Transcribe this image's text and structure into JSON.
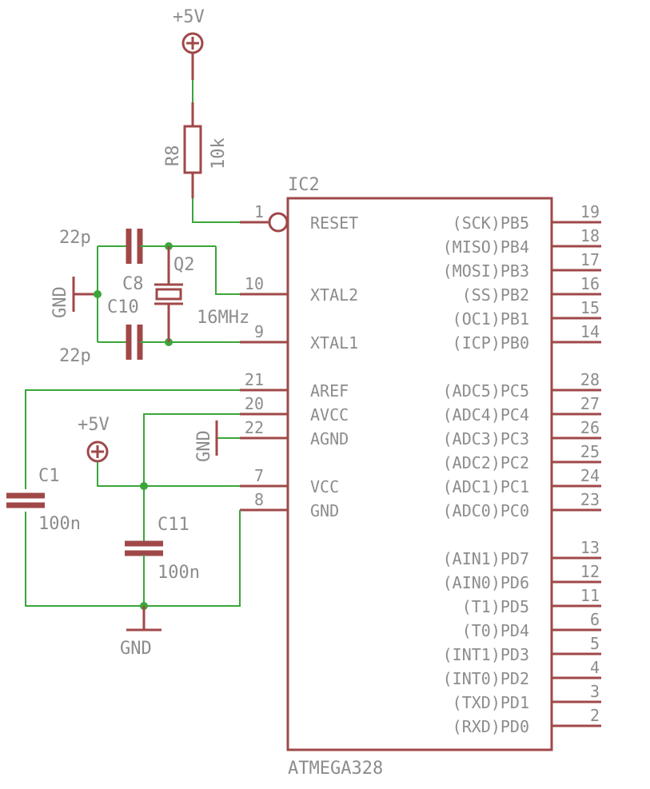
{
  "ic": {
    "ref": "IC2",
    "part": "ATMEGA328",
    "left_pins": [
      {
        "num": "1",
        "name": "RESET"
      },
      {
        "num": "10",
        "name": "XTAL2"
      },
      {
        "num": "9",
        "name": "XTAL1"
      },
      {
        "num": "21",
        "name": "AREF"
      },
      {
        "num": "20",
        "name": "AVCC"
      },
      {
        "num": "22",
        "name": "AGND"
      },
      {
        "num": "7",
        "name": "VCC"
      },
      {
        "num": "8",
        "name": "GND"
      }
    ],
    "right_pins": [
      {
        "num": "19",
        "name": "(SCK)PB5"
      },
      {
        "num": "18",
        "name": "(MISO)PB4"
      },
      {
        "num": "17",
        "name": "(MOSI)PB3"
      },
      {
        "num": "16",
        "name": "(SS)PB2"
      },
      {
        "num": "15",
        "name": "(OC1)PB1"
      },
      {
        "num": "14",
        "name": "(ICP)PB0"
      },
      {
        "num": "28",
        "name": "(ADC5)PC5"
      },
      {
        "num": "27",
        "name": "(ADC4)PC4"
      },
      {
        "num": "26",
        "name": "(ADC3)PC3"
      },
      {
        "num": "25",
        "name": "(ADC2)PC2"
      },
      {
        "num": "24",
        "name": "(ADC1)PC1"
      },
      {
        "num": "23",
        "name": "(ADC0)PC0"
      },
      {
        "num": "13",
        "name": "(AIN1)PD7"
      },
      {
        "num": "12",
        "name": "(AIN0)PD6"
      },
      {
        "num": "11",
        "name": "(T1)PD5"
      },
      {
        "num": "6",
        "name": "(T0)PD4"
      },
      {
        "num": "5",
        "name": "(INT1)PD3"
      },
      {
        "num": "4",
        "name": "(INT0)PD2"
      },
      {
        "num": "3",
        "name": "(TXD)PD1"
      },
      {
        "num": "2",
        "name": "(RXD)PD0"
      }
    ]
  },
  "components": {
    "r8": {
      "ref": "R8",
      "value": "10k"
    },
    "c8": {
      "ref": "C8",
      "value": "22p"
    },
    "c10": {
      "ref": "C10",
      "value": "22p"
    },
    "q2": {
      "ref": "Q2",
      "value": "16MHz"
    },
    "c1": {
      "ref": "C1",
      "value": "100n"
    },
    "c11": {
      "ref": "C11",
      "value": "100n"
    }
  },
  "power": {
    "vcc_top": "+5V",
    "vcc_mid": "+5V",
    "gnd_crystal": "GND",
    "gnd_agnd": "GND",
    "gnd_bottom": "GND"
  },
  "colors": {
    "symbol": "#a04848",
    "wire": "#3aa63a",
    "text": "#8c8c8c"
  }
}
